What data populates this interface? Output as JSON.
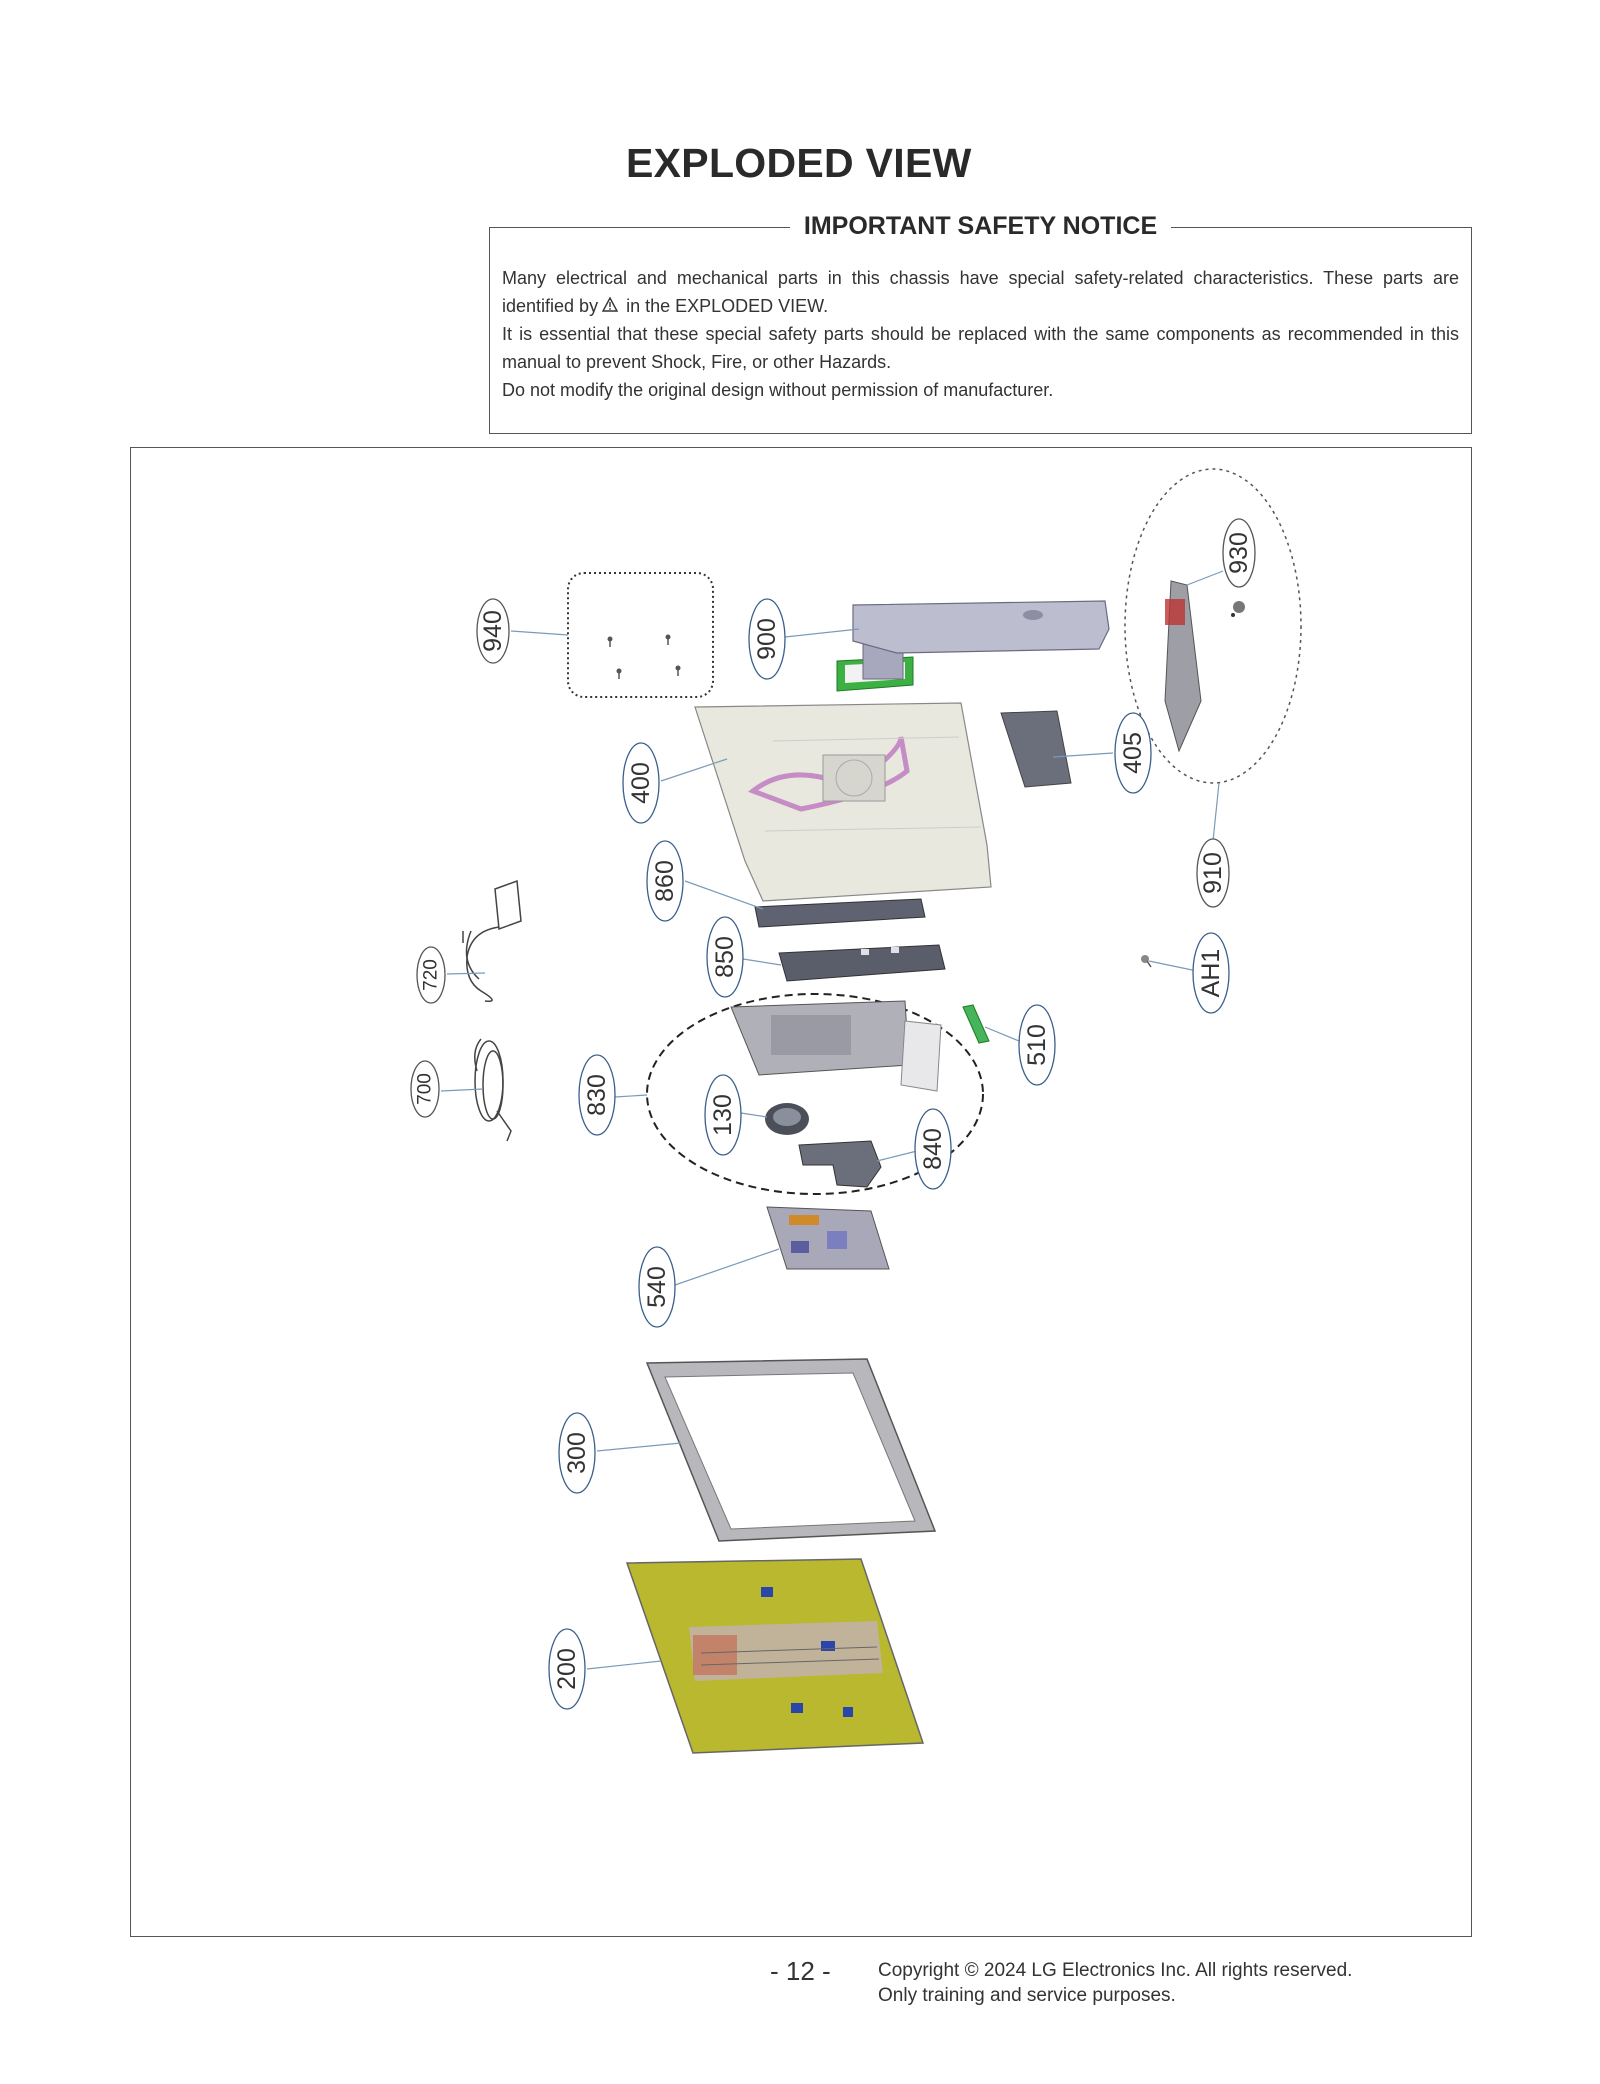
{
  "page": {
    "title": "EXPLODED VIEW",
    "page_number": "- 12 -",
    "copyright_line1": "Copyright © 2024 LG Electronics Inc. All rights reserved.",
    "copyright_line2": "Only training and service purposes."
  },
  "notice": {
    "title": "IMPORTANT SAFETY NOTICE",
    "line1_before_icon": "Many electrical and mechanical parts in this chassis have special safety-related characteristics. These parts are identified by",
    "line1_after_icon": "in the EXPLODED VIEW.",
    "line2": "It is essential that these special safety parts should be replaced with the same components as recommended in this manual to prevent Shock, Fire, or other Hazards.",
    "line3": "Do not modify the original design without permission of manufacturer.",
    "icon": "warning-triangle-icon"
  },
  "callouts": {
    "c940": "940",
    "c900": "900",
    "c930": "930",
    "c400": "400",
    "c405": "405",
    "c910": "910",
    "c860": "860",
    "c850": "850",
    "c720": "720",
    "cAH1": "AH1",
    "c510": "510",
    "c700": "700",
    "c830": "830",
    "c130": "130",
    "c840": "840",
    "c540": "540",
    "c300": "300",
    "c200": "200"
  },
  "colors": {
    "panel": "#b9b82e",
    "stand": "#b8b8cc",
    "cover": "#e7e7df",
    "board": "#a9a8b8",
    "leader": "#7a9ab8"
  }
}
